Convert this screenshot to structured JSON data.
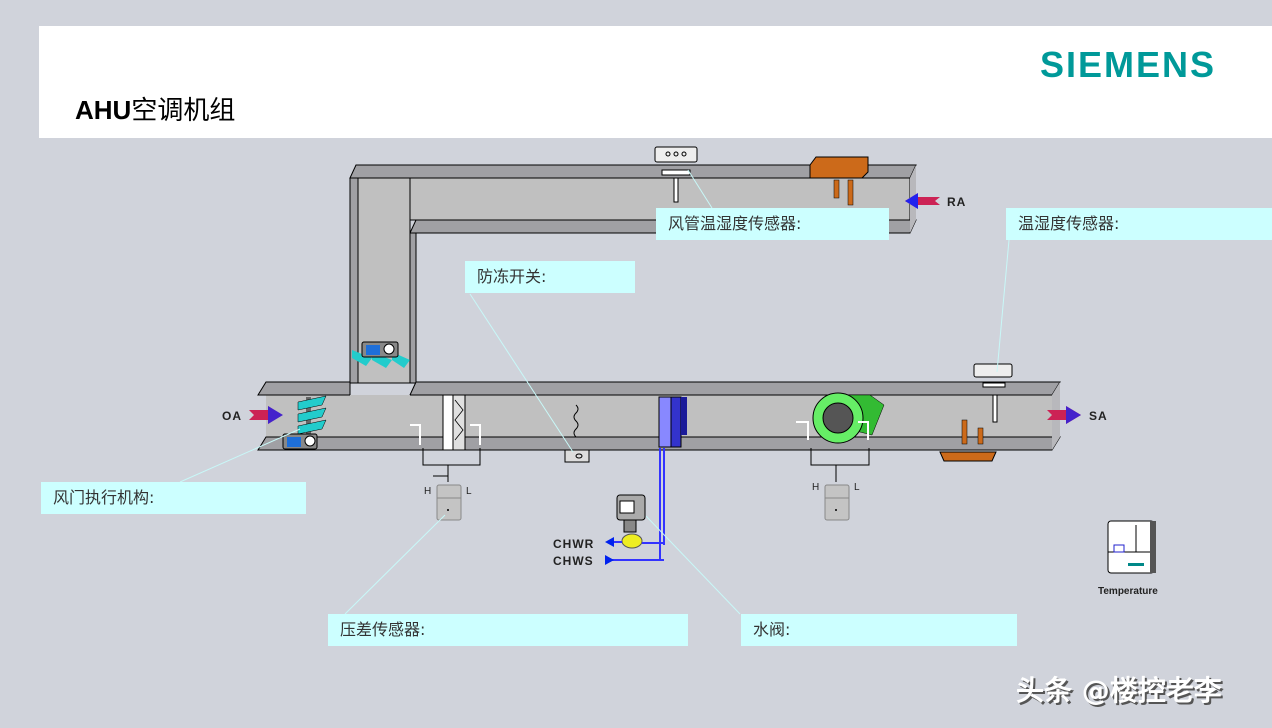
{
  "header": {
    "title_latin": "AHU",
    "title_cn": "空调机组",
    "logo": "SIEMENS",
    "logo_color": "#009999"
  },
  "flows": {
    "oa": "OA",
    "ra": "RA",
    "sa": "SA",
    "chwr": "CHWR",
    "chws": "CHWS"
  },
  "callouts": {
    "duct_temp_humidity_sensor": "风管温湿度传感器:",
    "temp_humidity_sensor": "温湿度传感器:",
    "freeze_switch": "防冻开关:",
    "damper_actuator": "风门执行机构:",
    "differential_pressure_sensor": "压差传感器:",
    "water_valve": "水阀:"
  },
  "dp_sensor": {
    "high": "H",
    "low": "L"
  },
  "controller": {
    "label": "Temperature",
    "icon": "room-thermostat-icon"
  },
  "watermark": "头条 @楼控老李",
  "colors": {
    "background": "#d0d3db",
    "callout": "#ccffff",
    "duct_face": "#c0c0c0",
    "duct_top": "#a0a0a4",
    "coil": "#3333cc",
    "fan": "#66ee66",
    "sensor_brown": "#cc6a1a"
  }
}
